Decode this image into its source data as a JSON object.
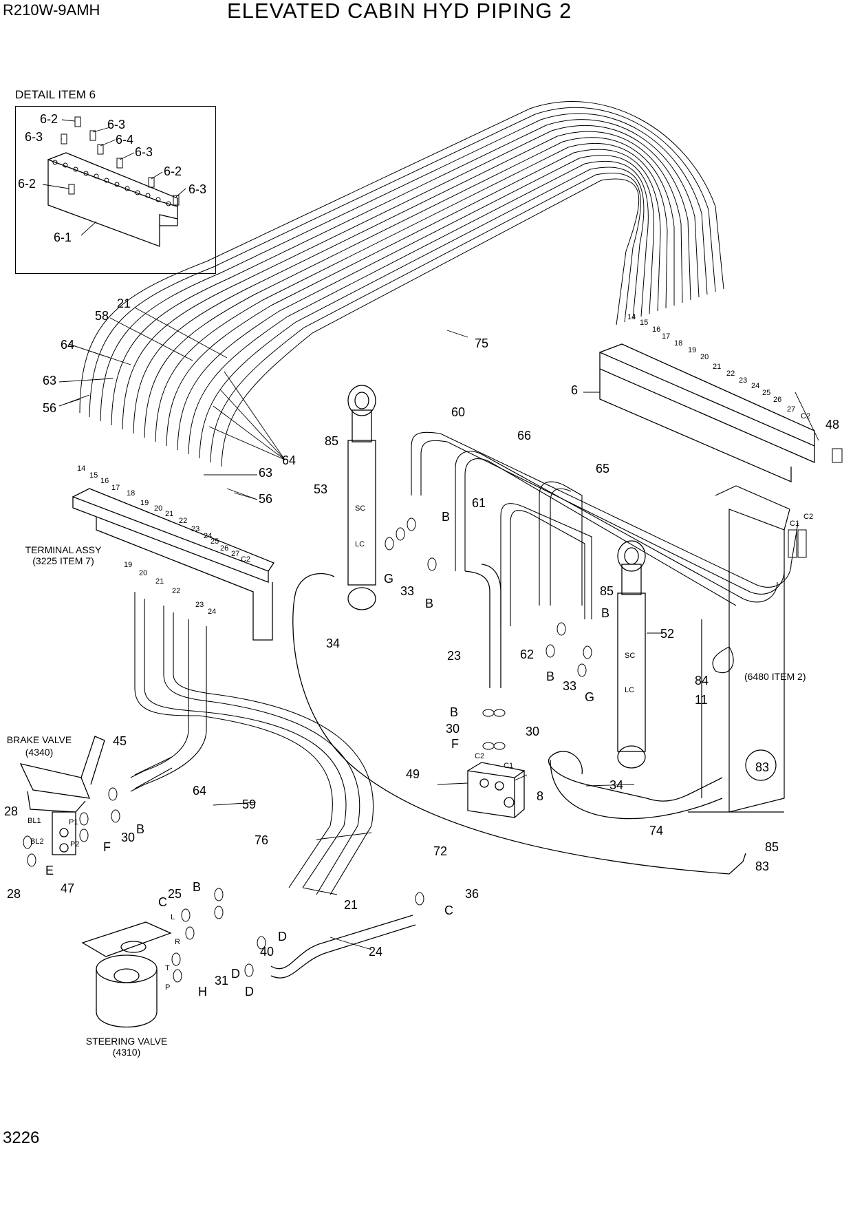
{
  "header": {
    "model": "R210W-9AMH",
    "title": "ELEVATED CABIN HYD PIPING 2"
  },
  "page_number": "3226",
  "detail": {
    "title": "DETAIL ITEM 6",
    "labels": [
      "6-2",
      "6-3",
      "6-3",
      "6-4",
      "6-3",
      "6-2",
      "6-2",
      "6-3",
      "6-1"
    ]
  },
  "terminal_left": {
    "name": "TERMINAL ASSY",
    "ref": "(3225 ITEM 7)",
    "ports": [
      "14",
      "15",
      "16",
      "17",
      "18",
      "19",
      "20",
      "21",
      "22",
      "23",
      "24",
      "25",
      "26",
      "27",
      "C2"
    ],
    "lower_ports": [
      "19",
      "20",
      "21",
      "22",
      "23",
      "24"
    ]
  },
  "terminal_right": {
    "ports": [
      "14",
      "15",
      "16",
      "17",
      "18",
      "19",
      "20",
      "21",
      "22",
      "23",
      "24",
      "25",
      "26",
      "27",
      "C2"
    ]
  },
  "components": {
    "brake_valve": {
      "name": "BRAKE VALVE",
      "ref": "(4340)",
      "ports": [
        "BL1",
        "BL2",
        "P1",
        "P2"
      ]
    },
    "steering_valve": {
      "name": "STEERING VALVE",
      "ref": "(4310)",
      "ports": [
        "L",
        "R",
        "T",
        "P"
      ]
    },
    "frame_ref": "(6480 ITEM 2)",
    "cylinder_ports": [
      "SC",
      "LC"
    ],
    "valve8_ports": [
      "C2",
      "C1"
    ],
    "c_ports": [
      "C1",
      "C2"
    ]
  },
  "callouts": {
    "c21": "21",
    "c58": "58",
    "c64a": "64",
    "c63a": "63",
    "c56a": "56",
    "c75": "75",
    "c64b": "64",
    "c63b": "63",
    "c56b": "56",
    "c85a": "85",
    "c53": "53",
    "c60": "60",
    "c66": "66",
    "c65": "65",
    "c61": "61",
    "cBa": "B",
    "cGa": "G",
    "c33a": "33",
    "cBb": "B",
    "c34a": "34",
    "c6": "6",
    "c48": "48",
    "c85b": "85",
    "cBc": "B",
    "c52": "52",
    "c23": "23",
    "c62": "62",
    "cBd": "B",
    "c33b": "33",
    "cGb": "G",
    "c84": "84",
    "c11": "11",
    "cBe": "B",
    "c30a": "30",
    "c30b": "30",
    "cFa": "F",
    "c49": "49",
    "c8": "8",
    "c34b": "34",
    "c83a": "83",
    "c74": "74",
    "c85c": "85",
    "c83b": "83",
    "c72": "72",
    "c45": "45",
    "c28a": "28",
    "c64c": "64",
    "c59": "59",
    "c30c": "30",
    "cBf": "B",
    "cFb": "F",
    "cE": "E",
    "c28b": "28",
    "c76": "76",
    "c21b": "21",
    "c47": "47",
    "c25": "25",
    "cBg": "B",
    "cCa": "C",
    "c36": "36",
    "cCb": "C",
    "cDa": "D",
    "c40": "40",
    "c24": "24",
    "cDb": "D",
    "c31": "31",
    "cH": "H",
    "cDc": "D"
  }
}
